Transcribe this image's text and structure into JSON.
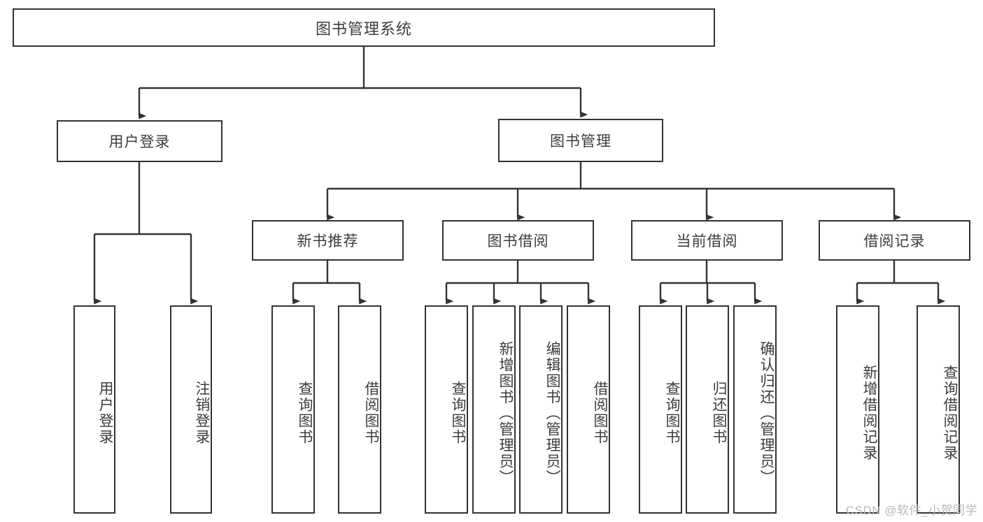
{
  "diagram": {
    "title": "图书管理系统",
    "type": "tree",
    "watermark": "CSDN @软件_小贺同学",
    "colors": {
      "box_border": "#333333",
      "box_fill": "#ffffff",
      "text": "#3c3c3c",
      "edge": "#333333",
      "watermark": "#b9b9b9",
      "background": "#ffffff"
    },
    "root": {
      "label": "图书管理系统"
    },
    "level2": [
      {
        "id": "user-login",
        "label": "用户登录"
      },
      {
        "id": "book-management",
        "label": "图书管理"
      }
    ],
    "level3": [
      {
        "id": "new-book-recommend",
        "label": "新书推荐"
      },
      {
        "id": "book-borrow",
        "label": "图书借阅"
      },
      {
        "id": "current-borrow",
        "label": "当前借阅"
      },
      {
        "id": "borrow-record",
        "label": "借阅记录"
      }
    ],
    "leaves": {
      "user-login": [
        {
          "id": "leaf-user-login",
          "label": "用户登录"
        },
        {
          "id": "leaf-logout-login",
          "label": "注销登录"
        }
      ],
      "new-book-recommend": [
        {
          "id": "leaf-query-book-1",
          "label": "查询图书"
        },
        {
          "id": "leaf-borrow-book-1",
          "label": "借阅图书"
        }
      ],
      "book-borrow": [
        {
          "id": "leaf-query-book-2",
          "label": "查询图书"
        },
        {
          "id": "leaf-add-book",
          "label": "新增图书（管理员）"
        },
        {
          "id": "leaf-edit-book",
          "label": "编辑图书（管理员）"
        },
        {
          "id": "leaf-borrow-book-2",
          "label": "借阅图书"
        }
      ],
      "current-borrow": [
        {
          "id": "leaf-query-book-3",
          "label": "查询图书"
        },
        {
          "id": "leaf-return-book",
          "label": "归还图书"
        },
        {
          "id": "leaf-confirm-return",
          "label": "确认归还（管理员）"
        }
      ],
      "borrow-record": [
        {
          "id": "leaf-add-record",
          "label": "新增借阅记录"
        },
        {
          "id": "leaf-query-record",
          "label": "查询借阅记录"
        }
      ]
    }
  }
}
